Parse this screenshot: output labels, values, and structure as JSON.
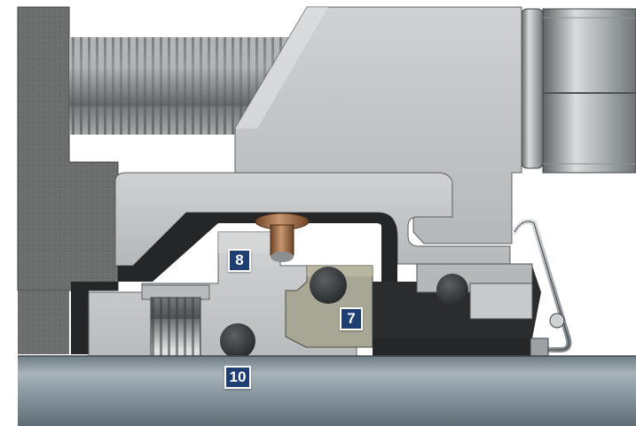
{
  "callouts": [
    {
      "id": "8",
      "text": "8"
    },
    {
      "id": "7",
      "text": "7"
    },
    {
      "id": "10",
      "text": "10"
    }
  ],
  "colors": {
    "callout_fill": "#1f3f73",
    "callout_text": "#ffffff",
    "gland_metal": "#c4c6c8",
    "housing_stone": "#6b6e6c",
    "shaft": "#8e9aa2",
    "stationary_face": "#a7a593",
    "elastomer": "#2a2c2d",
    "pin_bronze": "#9a6a44"
  }
}
